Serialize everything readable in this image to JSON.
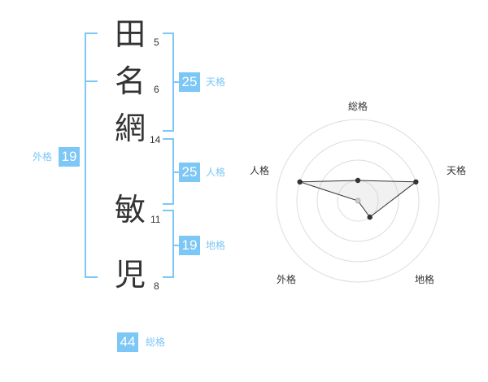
{
  "name": {
    "characters": [
      {
        "char": "田",
        "strokes": "5"
      },
      {
        "char": "名",
        "strokes": "6"
      },
      {
        "char": "網",
        "strokes": "14"
      },
      {
        "char": "敏",
        "strokes": "11"
      },
      {
        "char": "児",
        "strokes": "8"
      }
    ]
  },
  "fortune": {
    "tenkaku": {
      "value": "25",
      "label": "天格"
    },
    "jinkaku": {
      "value": "25",
      "label": "人格"
    },
    "chikaku": {
      "value": "19",
      "label": "地格"
    },
    "gaikaku": {
      "value": "19",
      "label": "外格"
    },
    "soukaku": {
      "value": "44",
      "label": "総格"
    }
  },
  "radar": {
    "axes": [
      "総格",
      "天格",
      "地格",
      "外格",
      "人格"
    ],
    "values": [
      2,
      4,
      2,
      1,
      4
    ],
    "max": 5
  },
  "colors": {
    "accent": "#7cc7f5",
    "text": "#333333"
  }
}
